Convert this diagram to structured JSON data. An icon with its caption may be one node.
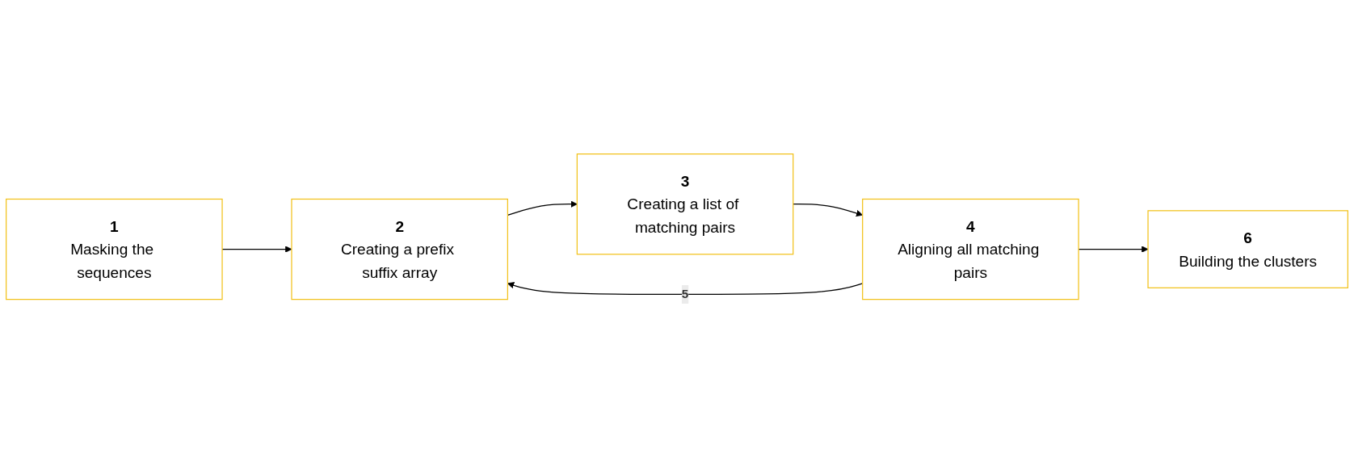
{
  "diagram": {
    "nodes": [
      {
        "text": [
          "1",
          "Masking the sequences"
        ]
      },
      {
        "text": [
          "2",
          "Creating a prefix suffix array"
        ]
      },
      {
        "text": [
          "3",
          "Creating a list of matching pairs"
        ]
      },
      {
        "text": [
          "4",
          "Aligning all matching pairs"
        ]
      },
      {
        "text": [
          "6",
          "Building the clusters"
        ]
      }
    ],
    "edges": [
      {
        "from": 0,
        "to": 1,
        "arrow": "to"
      },
      {
        "from": 1,
        "to": 2,
        "arrow": "to"
      },
      {
        "from": 2,
        "to": 3,
        "arrow": "to"
      },
      {
        "from": 3,
        "to": 4,
        "arrow": "to"
      },
      {
        "from": 3,
        "to": 1,
        "arrow": "to",
        "label": "5"
      }
    ]
  }
}
